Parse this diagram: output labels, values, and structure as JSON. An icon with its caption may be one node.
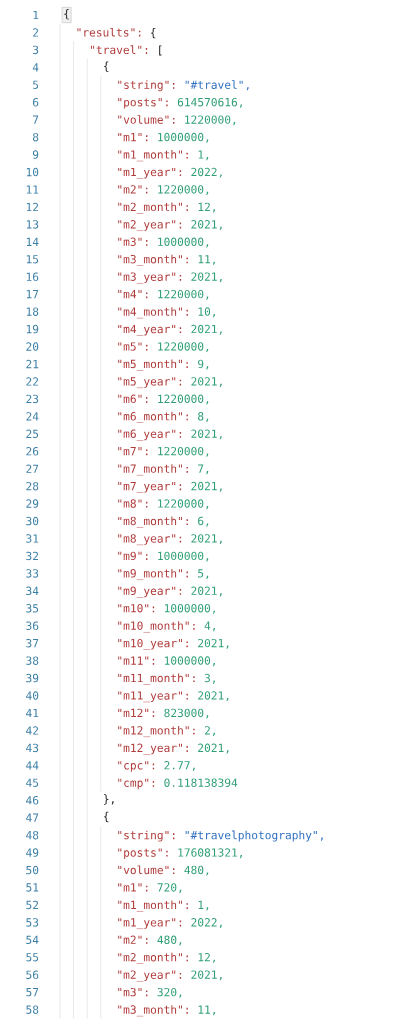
{
  "diagram": {
    "labels": [
      "1",
      "{",
      "2",
      "\"results\":",
      "{",
      "3",
      "\"travel\":",
      "[",
      "4",
      "{",
      "5",
      "\"string\":",
      "\"#travel\",",
      "6",
      "\"posts\":",
      "614570616,",
      "7",
      "\"volume\":",
      "1220000,",
      "8",
      "\"m1\":",
      "1000000,",
      "9",
      "\"m1_month\":",
      "1,",
      "10",
      "\"m1_year\":",
      "2022,",
      "11",
      "\"m2\":",
      "1220000,",
      "12",
      "\"m2_month\":",
      "12,",
      "13",
      "\"m2_year\":",
      "2021,",
      "14",
      "\"m3\":",
      "1000000,",
      "15",
      "\"m3_month\":",
      "11,",
      "16",
      "\"m3_year\":",
      "2021,",
      "17",
      "\"m4\":",
      "1220000,",
      "18",
      "\"m4_month\":",
      "10,",
      "19",
      "\"m4_year\":",
      "2021,",
      "20",
      "\"m5\":",
      "1220000,",
      "21",
      "\"m5_month\":",
      "9,",
      "22",
      "\"m5_year\":",
      "2021,",
      "23",
      "\"m6\":",
      "1220000,",
      "24",
      "\"m6_month\":",
      "8,",
      "25",
      "\"m6_year\":",
      "2021,",
      "26",
      "\"m7\":",
      "1220000,",
      "27",
      "\"m7_month\":",
      "7,",
      "28",
      "\"m7_year\":",
      "2021,",
      "29",
      "\"m8\":",
      "1220000,",
      "30",
      "\"m8_month\":",
      "6,",
      "31",
      "\"m8_year\":",
      "2021,",
      "32",
      "\"m9\":",
      "1000000,",
      "33",
      "\"m9_month\":",
      "5,",
      "34",
      "\"m9_year\":",
      "2021,",
      "35",
      "\"m10\":",
      "1000000,",
      "36",
      "\"m10_month\":",
      "4,",
      "37",
      "\"m10_year\":",
      "2021,",
      "38",
      "\"m11\":",
      "1000000,",
      "39",
      "\"m11_month\":",
      "3,",
      "40",
      "\"m11_year\":",
      "2021,",
      "41",
      "\"m12\":",
      "823000,",
      "42",
      "\"m12_month\":",
      "2,",
      "43",
      "\"m12_year\":",
      "2021,",
      "44",
      "\"cpc\":",
      "2.77,",
      "45",
      "\"cmp\":",
      "0.118138394",
      "46",
      "},",
      "47",
      "{",
      "48",
      "\"string\":",
      "\"#travelphotography\",",
      "49",
      "\"posts\":",
      "176081321,",
      "50",
      "\"volume\":",
      "480,",
      "51",
      "\"m1\":",
      "720,",
      "52",
      "\"m1_month\":",
      "1,",
      "53",
      "\"m1_year\":",
      "2022,",
      "54",
      "\"m2\":",
      "480,",
      "55",
      "\"m2_month\":",
      "12,",
      "56",
      "\"m2_year\":",
      "2021,",
      "57",
      "\"m3\":",
      "320,",
      "58",
      "\"m3_month\":",
      "11,"
    ]
  }
}
